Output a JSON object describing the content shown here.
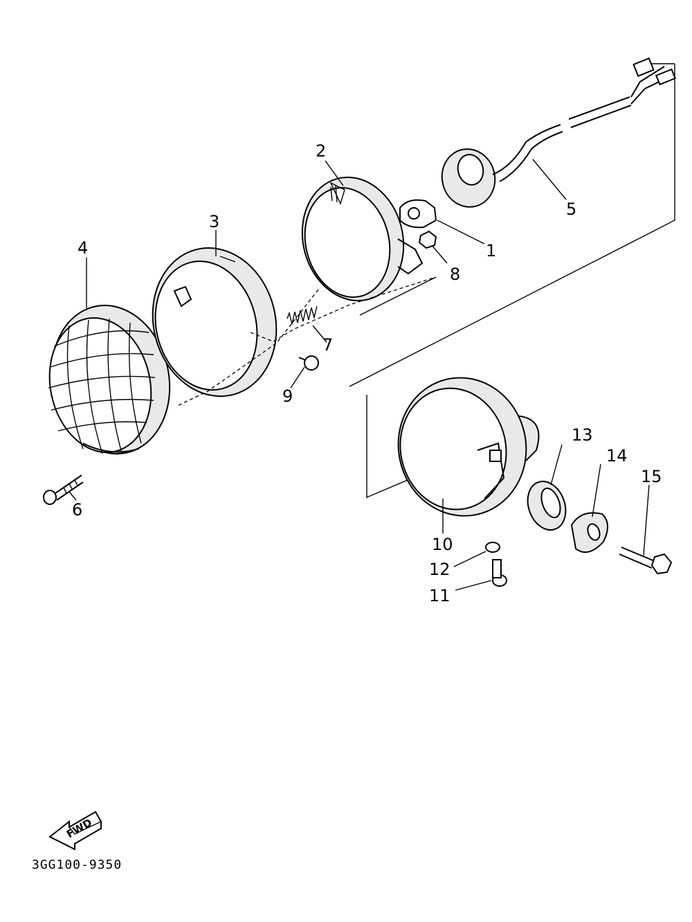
{
  "diagram": {
    "drawing_code": "3GG100-9350",
    "fwd_label": "FWD",
    "part_numbers": [
      "1",
      "2",
      "3",
      "4",
      "5",
      "6",
      "7",
      "8",
      "9",
      "10",
      "11",
      "12",
      "13",
      "14",
      "15"
    ]
  }
}
